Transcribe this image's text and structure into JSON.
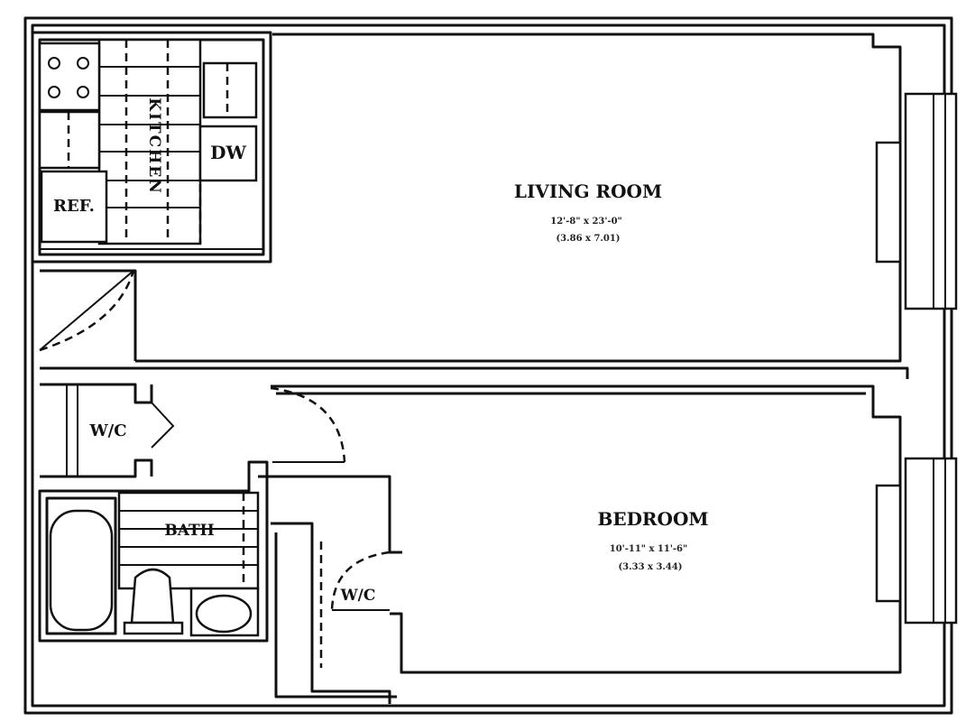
{
  "rooms": {
    "kitchen": {
      "name": "KITCHEN"
    },
    "refrigerator": {
      "name": "REF."
    },
    "dishwasher": {
      "name": "DW"
    },
    "living_room": {
      "name": "LIVING ROOM",
      "dimensions_ft": "12'-8\" x 23'-0\"",
      "dimensions_m": "(3.86 x 7.01)"
    },
    "wc_hall": {
      "name": "W/C"
    },
    "bath": {
      "name": "BATH"
    },
    "wc_bedroom": {
      "name": "W/C"
    },
    "bedroom": {
      "name": "BEDROOM",
      "dimensions_ft": "10'-11\" x 11'-6\"",
      "dimensions_m": "(3.33 x 3.44)"
    }
  }
}
